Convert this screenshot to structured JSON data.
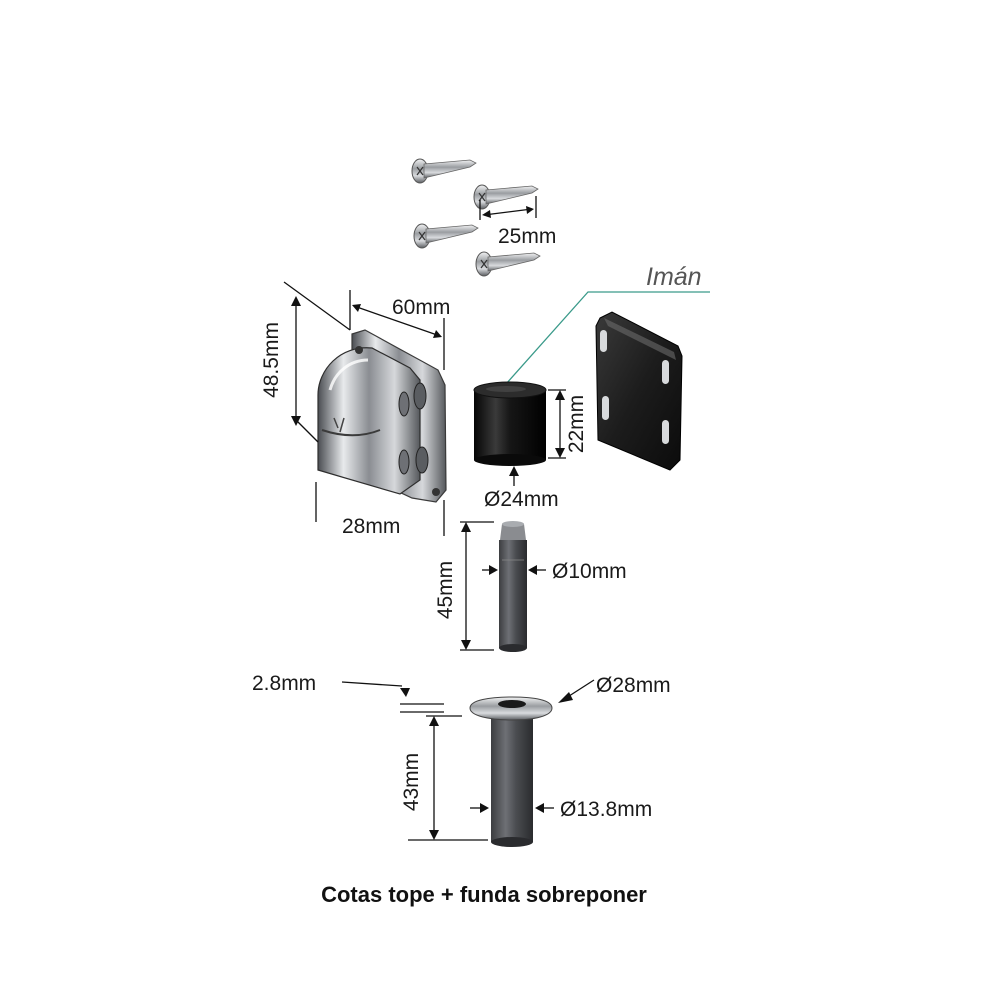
{
  "labels": {
    "screw_length": "25mm",
    "iman": "Imán",
    "width": "60mm",
    "height": "48.5mm",
    "depth": "28mm",
    "magnet_height": "22mm",
    "magnet_diameter": "Ø24mm",
    "pin_diameter": "Ø10mm",
    "pin_length": "45mm",
    "flange_thickness": "2.8mm",
    "flange_diameter": "Ø28mm",
    "sleeve_length": "43mm",
    "sleeve_diameter": "Ø13.8mm"
  },
  "caption": "Cotas tope + funda sobreponer",
  "colors": {
    "callout": "#3a9a8a",
    "metal": "#a9acb0",
    "dark": "#121212"
  }
}
